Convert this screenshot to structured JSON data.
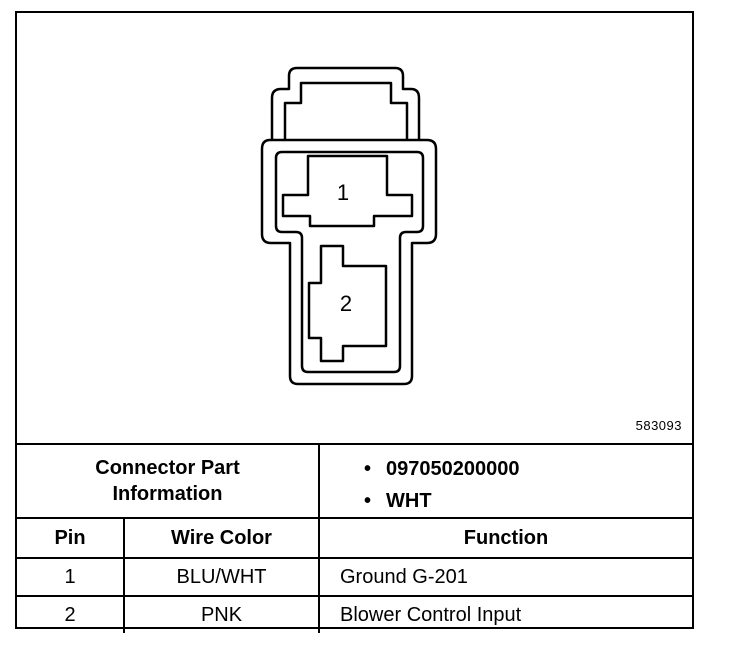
{
  "diagram": {
    "id": "583093",
    "pin_labels": [
      "1",
      "2"
    ]
  },
  "connector_part": {
    "label_line1": "Connector Part",
    "label_line2": "Information",
    "values": [
      "097050200000",
      "WHT"
    ]
  },
  "table": {
    "headers": {
      "pin": "Pin",
      "wire_color": "Wire Color",
      "function": "Function"
    },
    "rows": [
      {
        "pin": "1",
        "wire_color": "BLU/WHT",
        "function": "Ground G-201"
      },
      {
        "pin": "2",
        "wire_color": "PNK",
        "function": "Blower Control Input"
      }
    ]
  }
}
